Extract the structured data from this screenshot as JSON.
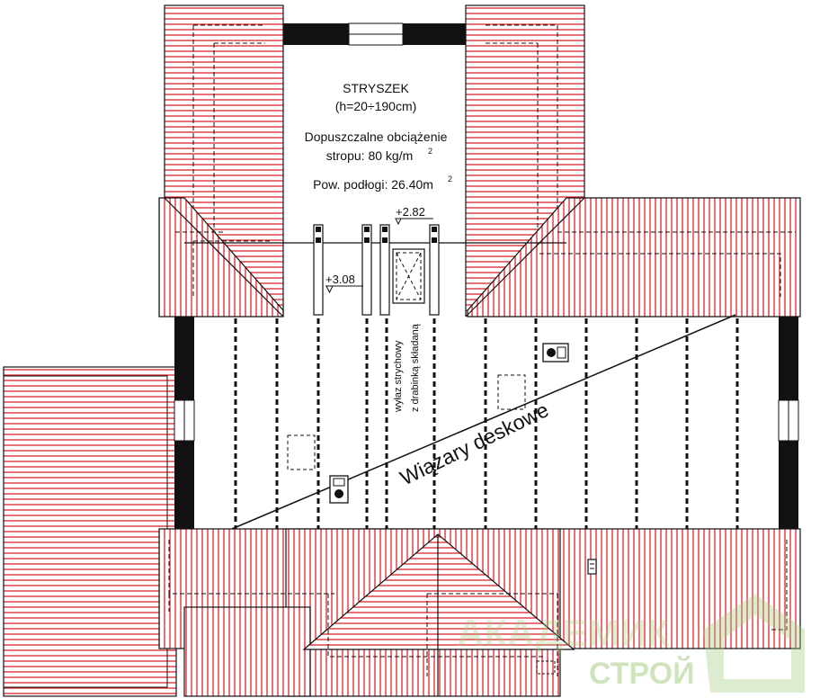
{
  "room": {
    "name": "STRYSZEK",
    "height": "(h=20÷190cm)",
    "load_line1": "Dopuszczalne obciążenie",
    "load_line2": "stropu: 80 kg/m",
    "load_sup": "2",
    "area_label": "Pow. podłogi:  26.40m",
    "area_sup": "2"
  },
  "levels": {
    "hatch_level": "+2.82",
    "ridge_level": "+3.08"
  },
  "hatch_note_line1": "wyłaz strychowy",
  "hatch_note_line2": "z drabinką składaną",
  "trusses_label": "Wiązary deskowe",
  "watermark": {
    "line1": "АКАДЕМИК",
    "line2": "СТРОЙ"
  },
  "colors": {
    "roof_hatch": "#d9262e",
    "wall": "#111111",
    "watermark": "#9fc97a"
  }
}
